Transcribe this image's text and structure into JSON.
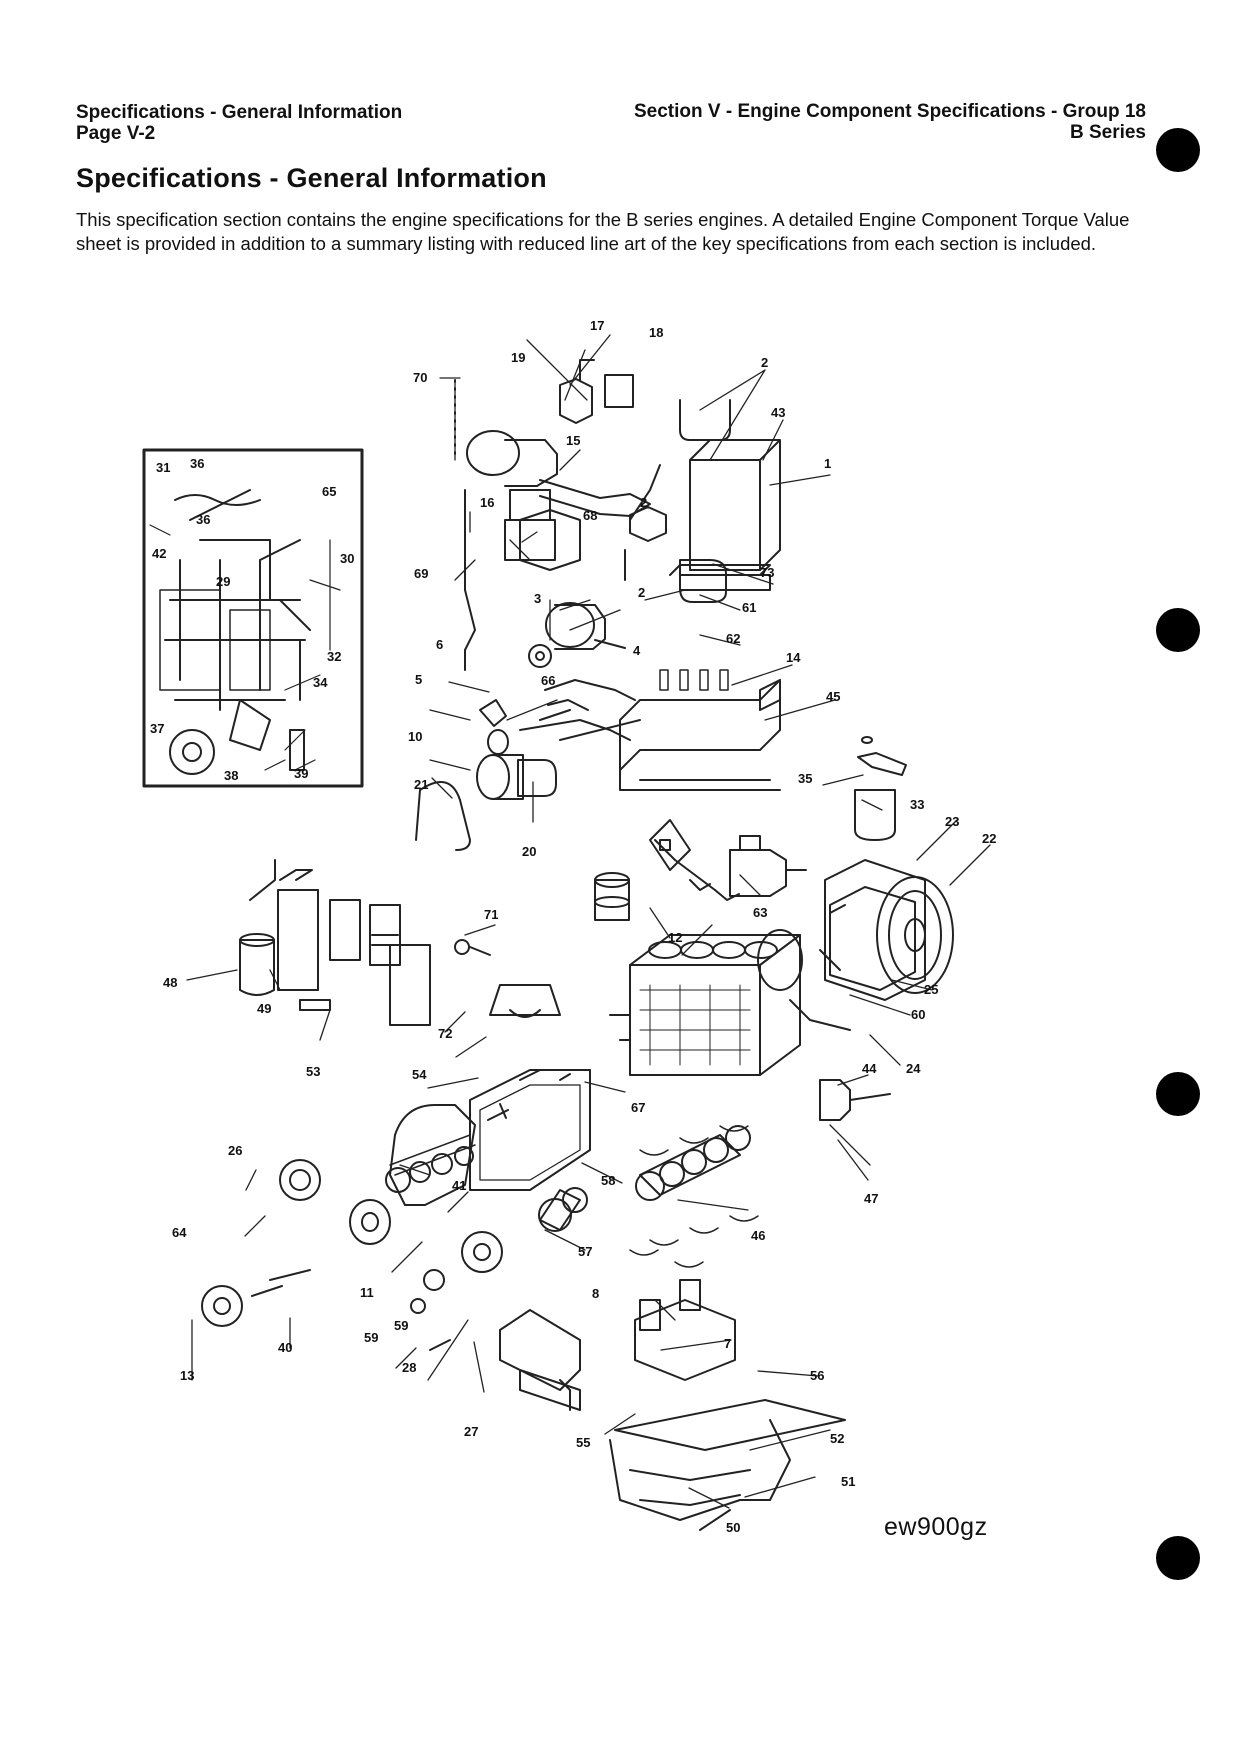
{
  "header": {
    "left_line1": "Specifications - General Information",
    "left_line2": "Page V-2",
    "right_line1": "Section V - Engine Component Specifications - Group 18",
    "right_line2": "B Series"
  },
  "title": "Specifications - General Information",
  "intro": "This specification section contains the engine specifications for the B series engines. A detailed Engine Component Torque Value sheet is provided in addition to a summary listing with reduced line art of the key specifications from each section is included.",
  "figure_id": "ew900gz",
  "callouts": {
    "c1": "1",
    "c2a": "2",
    "c2b": "2",
    "c2c": "2",
    "c3": "3",
    "c4": "4",
    "c5": "5",
    "c6": "6",
    "c7": "7",
    "c8": "8",
    "c10": "10",
    "c11": "11",
    "c12": "12",
    "c13": "13",
    "c14": "14",
    "c15": "15",
    "c16": "16",
    "c17": "17",
    "c18": "18",
    "c19": "19",
    "c20": "20",
    "c21": "21",
    "c22": "22",
    "c23": "23",
    "c24": "24",
    "c25": "25",
    "c26": "26",
    "c27": "27",
    "c28": "28",
    "c29": "29",
    "c30": "30",
    "c31": "31",
    "c32": "32",
    "c33": "33",
    "c34": "34",
    "c35": "35",
    "c36a": "36",
    "c36b": "36",
    "c37": "37",
    "c38": "38",
    "c39": "39",
    "c40": "40",
    "c41": "41",
    "c42": "42",
    "c43": "43",
    "c44": "44",
    "c45": "45",
    "c46": "46",
    "c47": "47",
    "c48": "48",
    "c49": "49",
    "c50": "50",
    "c51": "51",
    "c52": "52",
    "c53": "53",
    "c54": "54",
    "c55": "55",
    "c56": "56",
    "c57": "57",
    "c58": "58",
    "c59a": "59",
    "c59b": "59",
    "c60": "60",
    "c61": "61",
    "c62": "62",
    "c63": "63",
    "c64": "64",
    "c65": "65",
    "c66": "66",
    "c67": "67",
    "c68": "68",
    "c69": "69",
    "c70": "70",
    "c71": "71",
    "c72": "72",
    "c73": "73"
  }
}
